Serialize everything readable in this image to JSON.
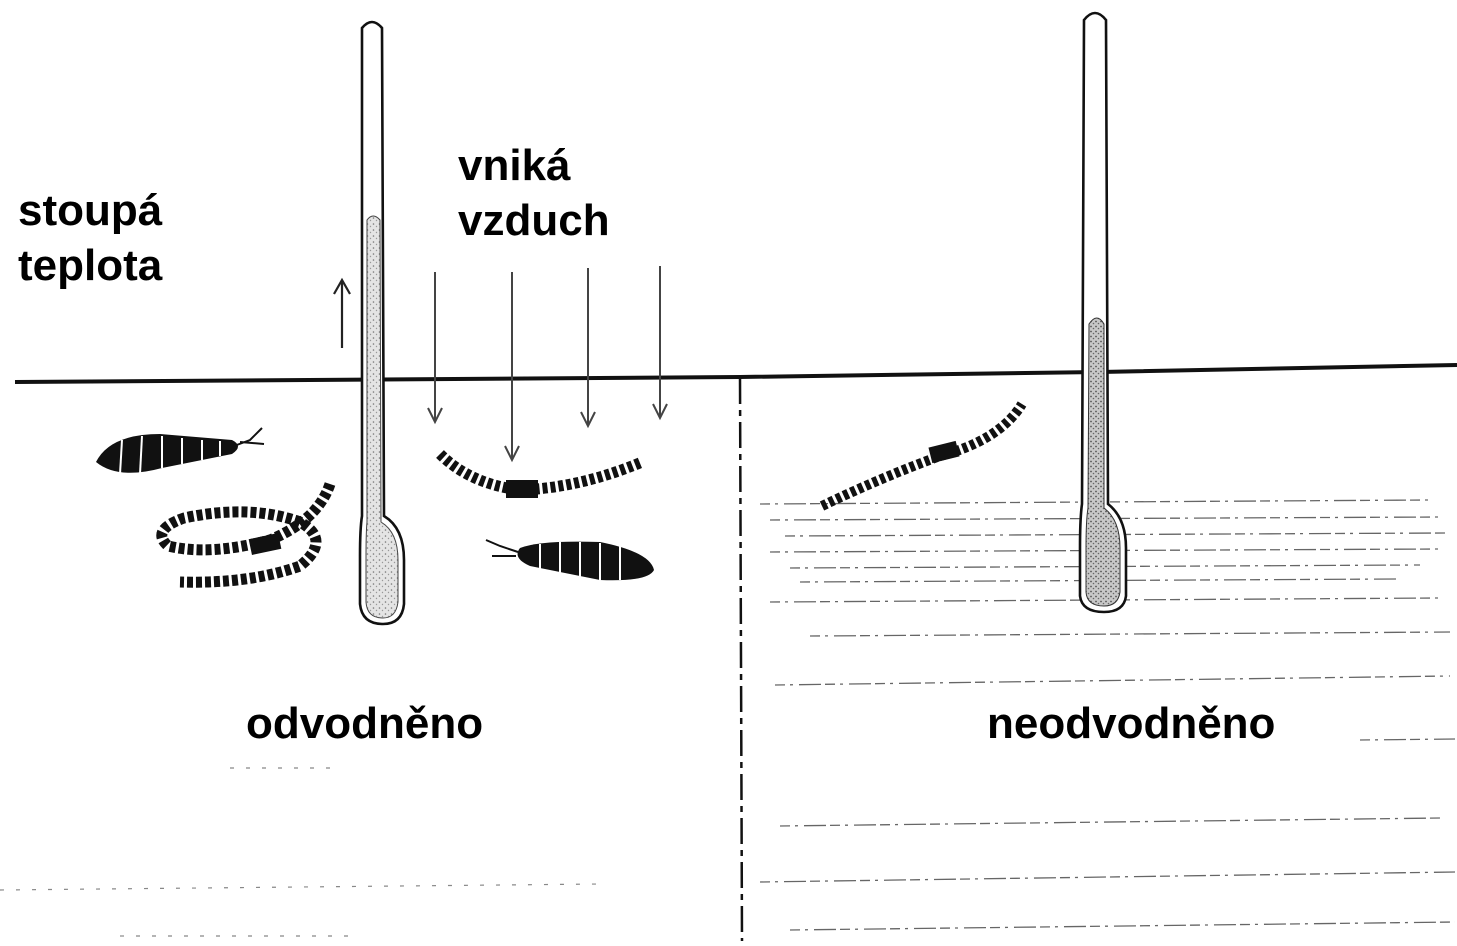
{
  "labels": {
    "temperature_rises": [
      "stoupá",
      "teplota"
    ],
    "air_enters": [
      "vniká",
      "vzduch"
    ],
    "drained": "odvodněno",
    "undrained": "neodvodněno"
  },
  "icons": [
    "thermometer-icon",
    "thermometer-icon",
    "beetle-larva-icon",
    "millipede-icon",
    "earthworm-icon",
    "wireworm-icon",
    "arrow-up-icon",
    "arrow-down-icon"
  ],
  "colors": {
    "ink": "#111111",
    "background": "#ffffff",
    "fill": "#d8d8d8"
  }
}
